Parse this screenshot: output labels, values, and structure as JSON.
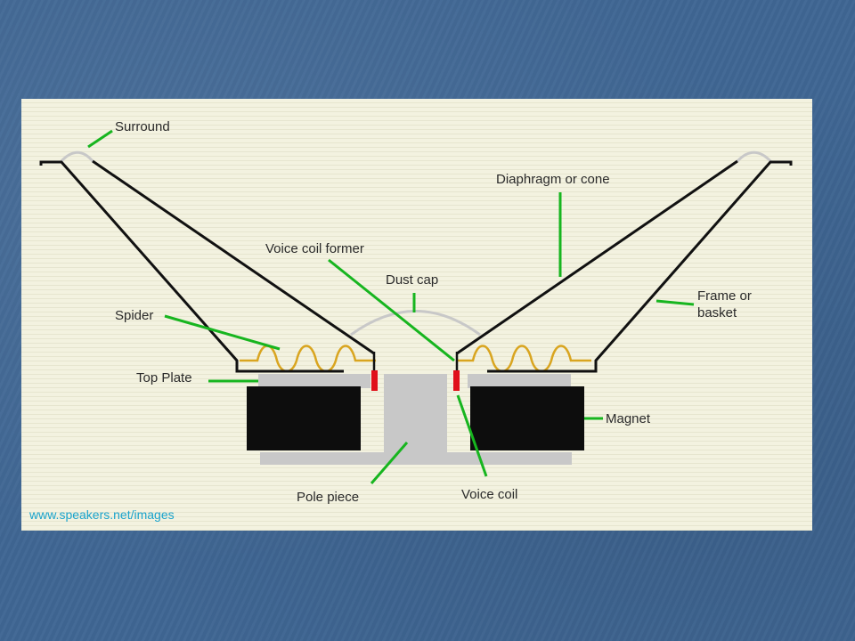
{
  "labels": {
    "surround": "Surround",
    "diaphragm": "Diaphragm or cone",
    "voice_coil_former": "Voice coil former",
    "dust_cap": "Dust cap",
    "frame_line1": "Frame or",
    "frame_line2": "basket",
    "spider": "Spider",
    "top_plate": "Top Plate",
    "magnet": "Magnet",
    "pole_piece": "Pole piece",
    "voice_coil": "Voice coil"
  },
  "source": "www.speakers.net/images",
  "colors": {
    "background": "#3f6693",
    "panel": "#f2f1df",
    "leader_lines": "#17b51f",
    "structure": "#111111",
    "metal_parts": "#c8c8c8",
    "voice_coil": "#e0101a",
    "spider": "#d9a520",
    "source_text": "#1aa3cc"
  }
}
